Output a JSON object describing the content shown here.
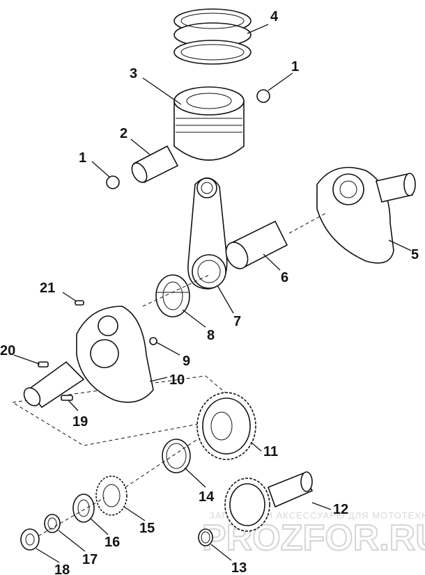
{
  "labels": {
    "p1a": "1",
    "p1b": "1",
    "p2": "2",
    "p3": "3",
    "p4": "4",
    "p5": "5",
    "p6": "6",
    "p7": "7",
    "p8": "8",
    "p9": "9",
    "p10": "10",
    "p11": "11",
    "p12": "12",
    "p13": "13",
    "p14": "14",
    "p15": "15",
    "p16": "16",
    "p17": "17",
    "p18": "18",
    "p19": "19",
    "p20": "20",
    "p21": "21"
  },
  "watermark": {
    "tagline": "ЗАПЧАСТИ И АКСЕССУАРЫ ДЛЯ МОТОТЕХНИКИ",
    "brand": "PROZFOR.RU"
  }
}
